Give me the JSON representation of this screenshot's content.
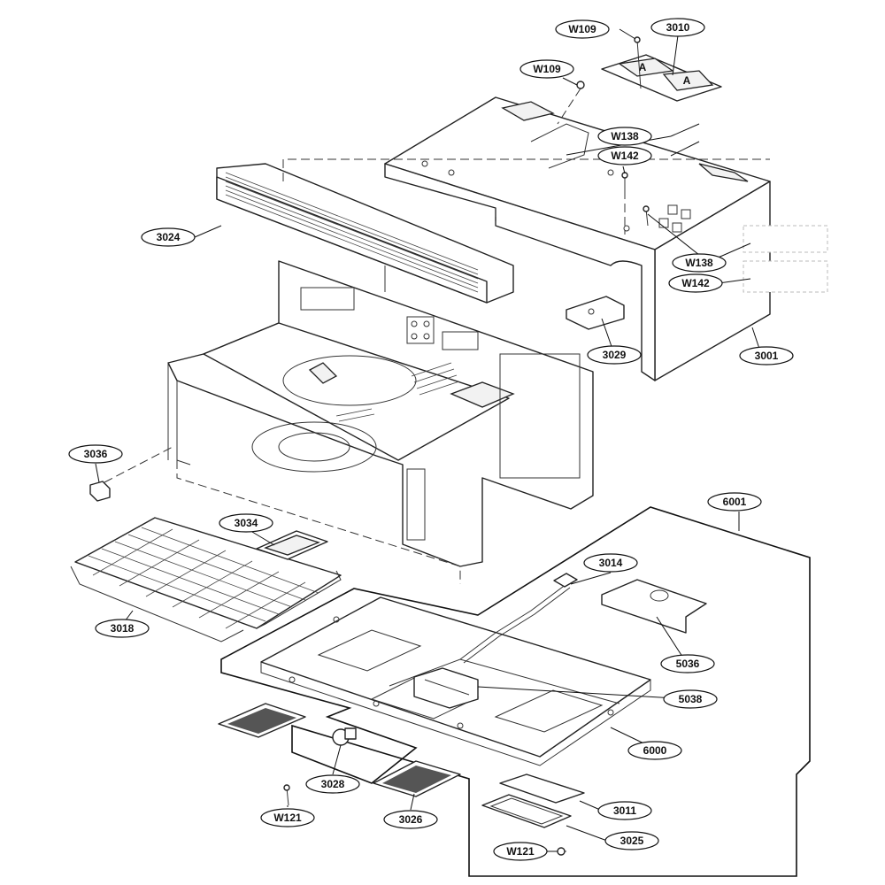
{
  "diagram": {
    "callouts": {
      "w109_top": "W109",
      "p3010": "3010",
      "w109_left": "W109",
      "w138_upper": "W138",
      "w142_upper": "W142",
      "p3024": "3024",
      "w138_lower": "W138",
      "w142_lower": "W142",
      "p3029": "3029",
      "p3001": "3001",
      "p3036": "3036",
      "p6001": "6001",
      "p3034": "3034",
      "p3014": "3014",
      "p3018": "3018",
      "p5036": "5036",
      "p5038": "5038",
      "p6000": "6000",
      "p3028": "3028",
      "p3011": "3011",
      "w121_left": "W121",
      "p3026": "3026",
      "p3025": "3025",
      "w121_right": "W121"
    },
    "bracket_marks": [
      "A",
      "A"
    ]
  },
  "colors": {
    "line": "#222222",
    "background": "#ffffff"
  }
}
